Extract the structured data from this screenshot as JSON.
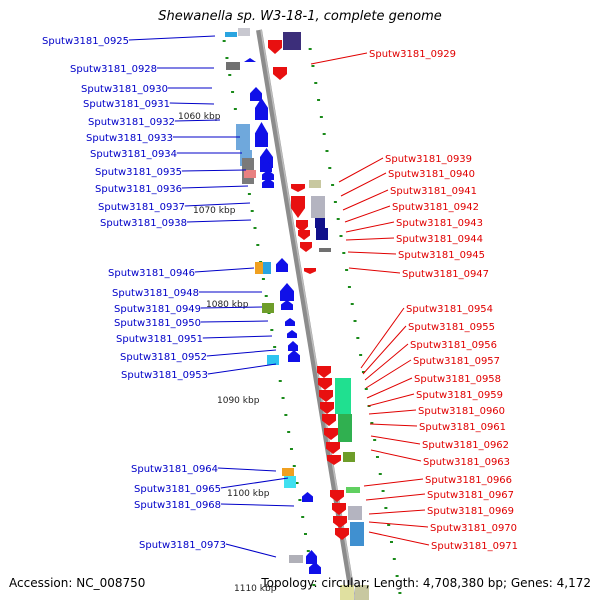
{
  "title": "Shewanella sp. W3-18-1, complete genome",
  "accession": "Accession: NC_008750",
  "topology": "Topology: circular; Length: 4,708,380 bp; Genes: 4,172",
  "colors": {
    "left_label": "#0000c8",
    "right_label": "#e00000",
    "backbone": "#8c8c8c",
    "minus_strand": "#1010e8",
    "plus_strand": "#e81010",
    "tick": "#1a8a1a"
  },
  "scale_labels": [
    "1060 kbp",
    "1070 kbp",
    "1080 kbp",
    "1090 kbp",
    "1100 kbp",
    "1110 kbp"
  ],
  "left_genes": [
    "Sputw3181_0925",
    "Sputw3181_0928",
    "Sputw3181_0930",
    "Sputw3181_0931",
    "Sputw3181_0932",
    "Sputw3181_0933",
    "Sputw3181_0934",
    "Sputw3181_0935",
    "Sputw3181_0936",
    "Sputw3181_0937",
    "Sputw3181_0938",
    "Sputw3181_0946",
    "Sputw3181_0948",
    "Sputw3181_0949",
    "Sputw3181_0950",
    "Sputw3181_0951",
    "Sputw3181_0952",
    "Sputw3181_0953",
    "Sputw3181_0964",
    "Sputw3181_0965",
    "Sputw3181_0968",
    "Sputw3181_0973"
  ],
  "right_genes": [
    "Sputw3181_0929",
    "Sputw3181_0939",
    "Sputw3181_0940",
    "Sputw3181_0941",
    "Sputw3181_0942",
    "Sputw3181_0943",
    "Sputw3181_0944",
    "Sputw3181_0945",
    "Sputw3181_0947",
    "Sputw3181_0954",
    "Sputw3181_0955",
    "Sputw3181_0956",
    "Sputw3181_0957",
    "Sputw3181_0958",
    "Sputw3181_0959",
    "Sputw3181_0960",
    "Sputw3181_0961",
    "Sputw3181_0962",
    "Sputw3181_0963",
    "Sputw3181_0966",
    "Sputw3181_0967",
    "Sputw3181_0969",
    "Sputw3181_0970",
    "Sputw3181_0971"
  ]
}
